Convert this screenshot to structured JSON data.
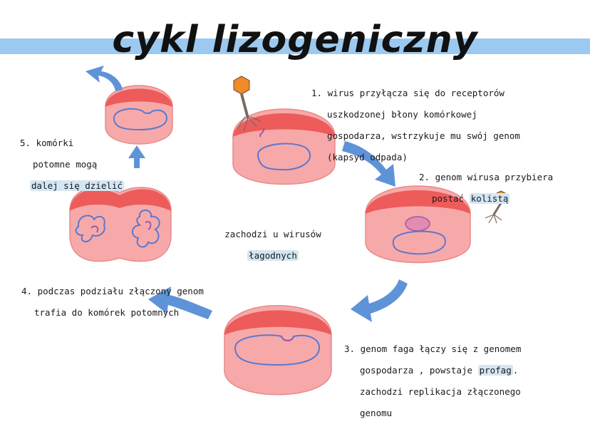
{
  "title": "cykl lizogeniczny",
  "center_note": {
    "line1": "zachodzi u wirusów",
    "line2": "łagodnych"
  },
  "steps": [
    {
      "line1": "1. wirus przyłącza się do receptorów",
      "line2": "uszkodzonej błony komórkowej",
      "line3": "gospodarza, wstrzykuje mu swój genom",
      "line4": "(kapsyd odpada)"
    },
    {
      "line1": "2. genom wirusa przybiera",
      "line2_plain": "postać ",
      "line2_hl": "kolistą"
    },
    {
      "line1": "3. genom faga łączy się z genomem",
      "line2_plain": "gospodarza , powstaje ",
      "line2_hl": "profag",
      "line2_end": ".",
      "line3": "zachodzi replikacja złączonego",
      "line4": "genomu"
    },
    {
      "line1": "4. podczas podziału złączony genom",
      "line2": "trafia do komórek      potomnych"
    },
    {
      "line1": "5. komórki",
      "line2": "potomne mogą",
      "line3_hl": "dalej się dzielić"
    }
  ],
  "colors": {
    "title_band": "#9cc9ef",
    "arrow": "#5f93d8",
    "cell_fill": "#f7a9a9",
    "cell_top": "#ee5b5b",
    "cell_outline": "#e88a8a",
    "genome": "#5a78d0",
    "prophage": "#9b5aa8",
    "phage_head": "#f08a2a",
    "phage_tail": "#7a6a60",
    "highlight": "#d3e6f3"
  },
  "icons": [
    "bacteriophage-icon",
    "cycle-arrow-icon"
  ]
}
